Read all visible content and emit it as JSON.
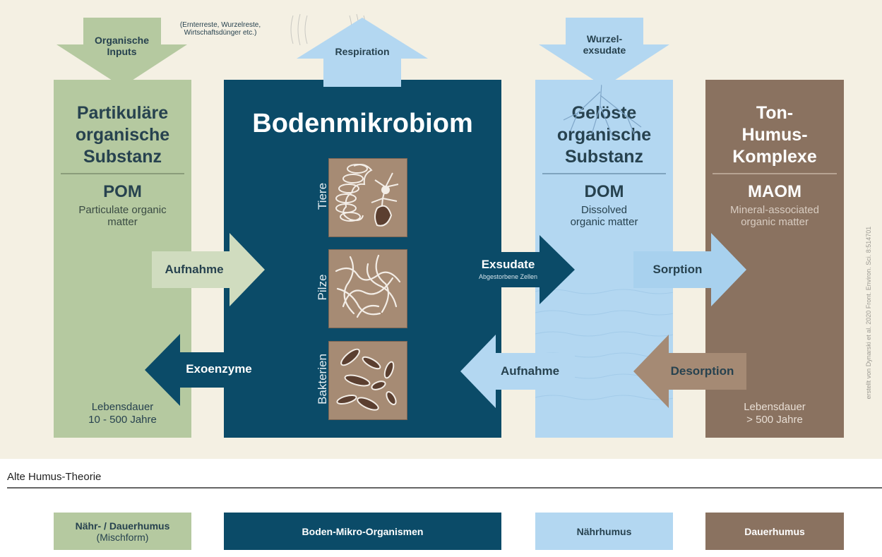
{
  "top_inputs": {
    "organic_inputs": "Organische Inputs",
    "organic_inputs_note": "(Ernterreste, Wurzelreste, Wirtschaftsdünger etc.)",
    "respiration": "Respiration",
    "root_exudates": "Wurzel-exsudate"
  },
  "columns": {
    "pom": {
      "title": "Partikuläre organische Substanz",
      "abbr": "POM",
      "subtitle": "Particulate organic matter",
      "lifetime_label": "Lebensdauer",
      "lifetime_value": "10 - 500 Jahre"
    },
    "microbiome": {
      "title": "Bodenmikrobiom",
      "tiles": [
        "Tiere",
        "Pilze",
        "Bakterien"
      ]
    },
    "dom": {
      "title": "Gelöste organische Substanz",
      "abbr": "DOM",
      "subtitle": "Dissolved organic matter"
    },
    "maom": {
      "title": "Ton-Humus-Komplexe",
      "abbr": "MAOM",
      "subtitle": "Mineral-associated organic matter",
      "lifetime_label": "Lebensdauer",
      "lifetime_value": "> 500 Jahre"
    }
  },
  "flows": {
    "aufnahme_left": "Aufnahme",
    "exoenzyme": "Exoenzyme",
    "exsudate": "Exsudate",
    "exsudate_sub": "Abgestorbene Zellen",
    "aufnahme_right": "Aufnahme",
    "sorption": "Sorption",
    "desorption": "Desorption"
  },
  "credit": "erstellt von Dynarski et al. 2020 Front. Environ. Sci. 8:514701",
  "section_label": "Alte Humus-Theorie",
  "legend": [
    {
      "label": "Nähr- / Dauerhumus",
      "sub": "(Mischform)"
    },
    {
      "label": "Boden-Mikro-Organismen"
    },
    {
      "label": "Nährhumus"
    },
    {
      "label": "Dauerhumus"
    }
  ],
  "colors": {
    "background": "#f4f0e3",
    "pom": "#b5c9a0",
    "microbiome": "#0b4b68",
    "dom": "#b3d7f1",
    "maom": "#8a7260",
    "tile": "#a68b74"
  }
}
